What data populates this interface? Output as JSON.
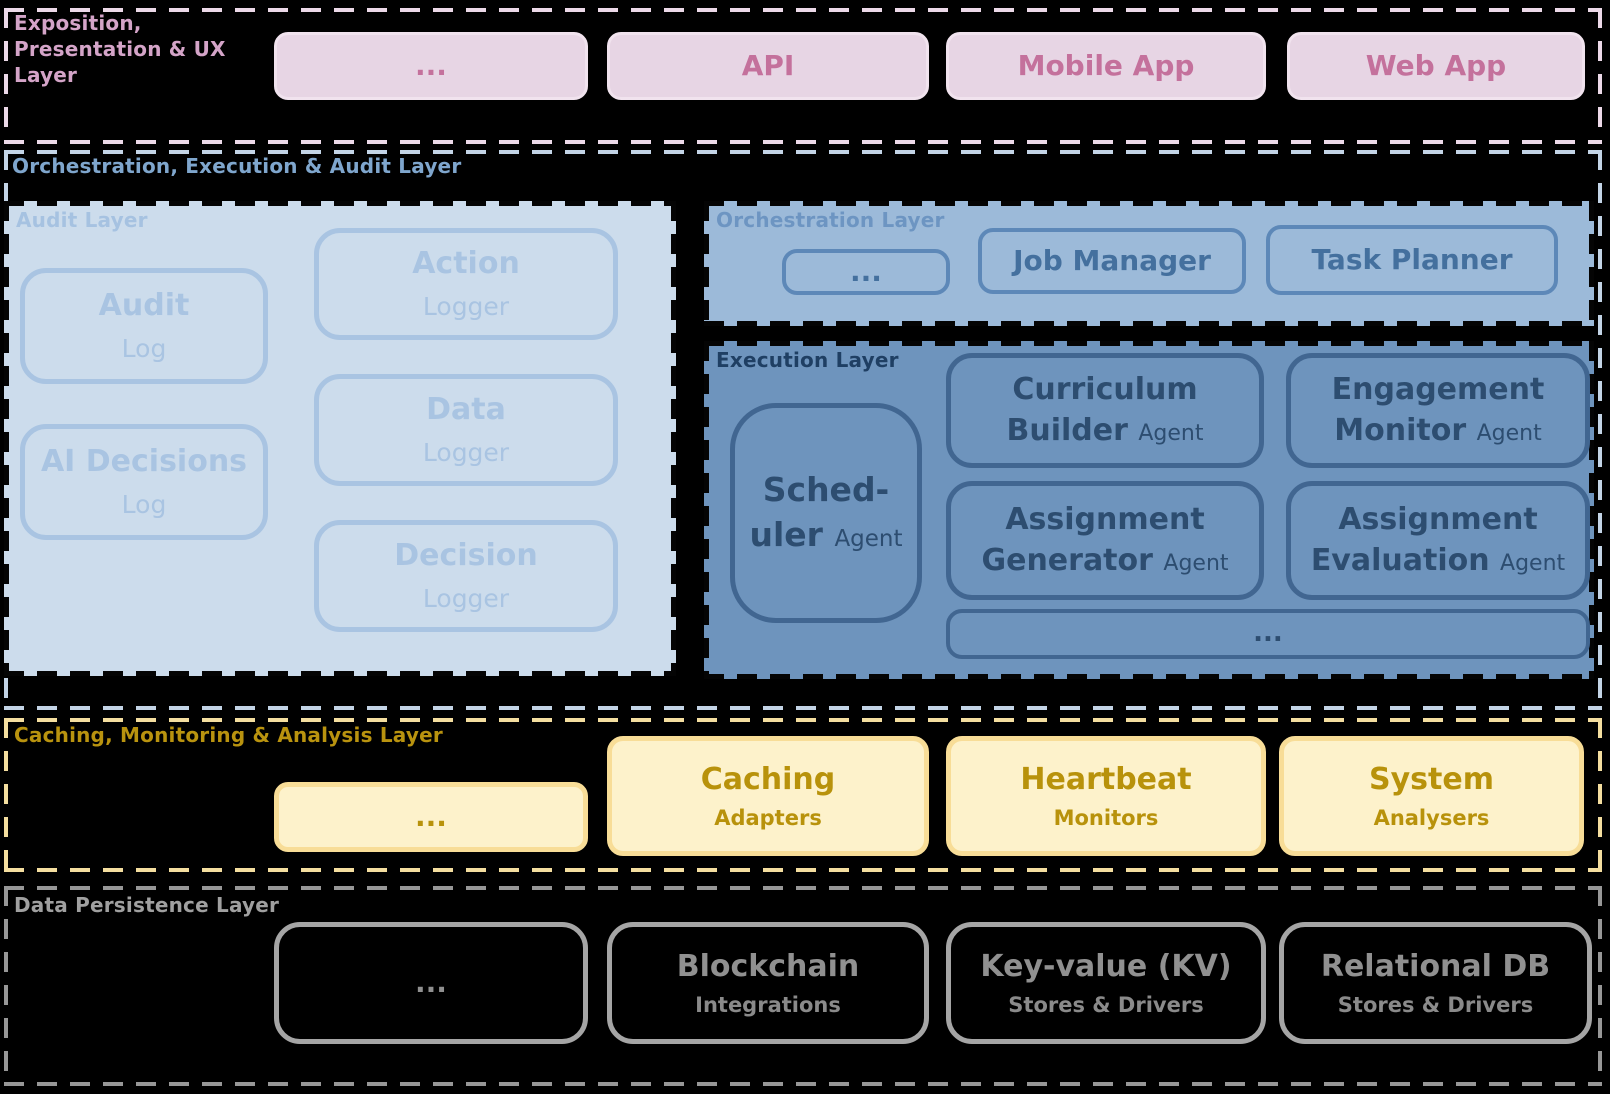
{
  "colors": {
    "background": "#000000",
    "exposition_accent": "#c4719c",
    "exposition_fill": "#e7d5e4",
    "exposition_dash": "#ecd9e8",
    "orchestration_outer_label": "#7fa6cd",
    "orchestration_outer_dash": "#c3d4e6",
    "audit_fill": "#ccdcec",
    "audit_accent": "#a9c4e2",
    "orchestration_fill": "#9cbad9",
    "orchestration_accent": "#44709e",
    "execution_fill": "#6e94bd",
    "execution_accent": "#2d4d70",
    "caching_fill": "#fdf2cb",
    "caching_accent": "#b8920b",
    "caching_dash": "#f4de9f",
    "persistence_accent": "#909090",
    "persistence_dash": "#979797"
  },
  "layers": {
    "exposition": {
      "label": "Exposition, Presentation & UX Layer",
      "boxes": [
        {
          "title": "..."
        },
        {
          "title": "API"
        },
        {
          "title": "Mobile App"
        },
        {
          "title": "Web App"
        }
      ]
    },
    "orchestration_outer": {
      "label": "Orchestration, Execution & Audit Layer",
      "audit": {
        "label": "Audit Layer",
        "boxes": [
          {
            "title": "Audit",
            "subtitle": "Log"
          },
          {
            "title": "AI Decisions",
            "subtitle": "Log"
          },
          {
            "title": "Action",
            "subtitle": "Logger"
          },
          {
            "title": "Data",
            "subtitle": "Logger"
          },
          {
            "title": "Decision",
            "subtitle": "Logger"
          }
        ]
      },
      "orchestration": {
        "label": "Orchestration Layer",
        "boxes": [
          {
            "title": "..."
          },
          {
            "title": "Job Manager"
          },
          {
            "title": "Task Planner"
          }
        ]
      },
      "execution": {
        "label": "Execution Layer",
        "scheduler": {
          "line1": "Sched-",
          "line2": "uler",
          "suffix": "Agent"
        },
        "agents": [
          {
            "line1": "Curriculum",
            "line2": "Builder",
            "suffix": "Agent"
          },
          {
            "line1": "Engagement",
            "line2": "Monitor",
            "suffix": "Agent"
          },
          {
            "line1": "Assignment",
            "line2": "Generator",
            "suffix": "Agent"
          },
          {
            "line1": "Assignment",
            "line2": "Evaluation",
            "suffix": "Agent"
          }
        ],
        "more": {
          "title": "..."
        }
      }
    },
    "caching": {
      "label": "Caching, Monitoring & Analysis Layer",
      "boxes": [
        {
          "title": "..."
        },
        {
          "title": "Caching",
          "subtitle": "Adapters"
        },
        {
          "title": "Heartbeat",
          "subtitle": "Monitors"
        },
        {
          "title": "System",
          "subtitle": "Analysers"
        }
      ]
    },
    "persistence": {
      "label": "Data Persistence Layer",
      "boxes": [
        {
          "title": "..."
        },
        {
          "title": "Blockchain",
          "subtitle": "Integrations"
        },
        {
          "title": "Key-value (KV)",
          "subtitle": "Stores & Drivers"
        },
        {
          "title": "Relational DB",
          "subtitle": "Stores & Drivers"
        }
      ]
    }
  }
}
